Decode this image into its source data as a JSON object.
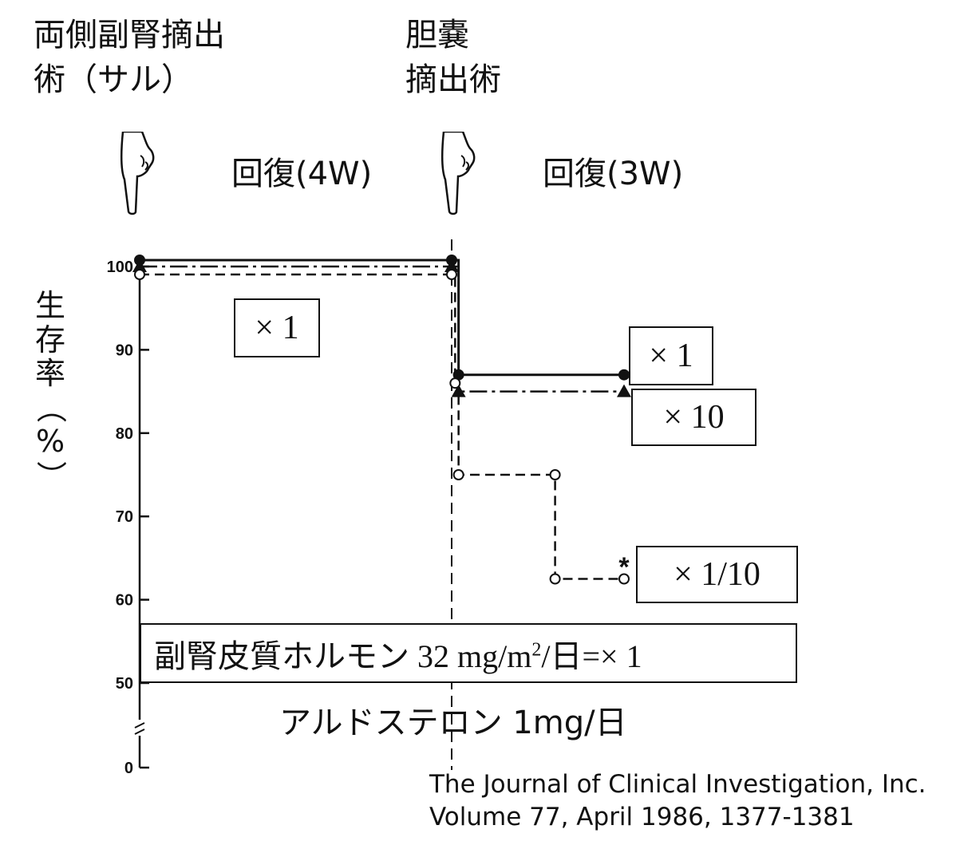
{
  "header": {
    "event1_line1": "両側副腎摘出",
    "event1_line2": "術（サル）",
    "event2_line1": "胆嚢",
    "event2_line2": "摘出術",
    "recovery1": "回復(4W)",
    "recovery2": "回復(3W)"
  },
  "ylabel_chars": [
    "生",
    "存",
    "率",
    "（",
    "%",
    "）"
  ],
  "dose_boxes": {
    "initial": "× 1",
    "group_x1": "× 1",
    "group_x10": "× 10",
    "group_x1_10": "× 1/10"
  },
  "hormone_box_prefix": "副腎皮質ホルモン 32 mg/m",
  "hormone_box_sup": "2",
  "hormone_box_suffix": "/日=× 1",
  "aldosterone_label": "アルドステロン 1mg/日",
  "significance_marker": "*",
  "source": {
    "line1": "The Journal of Clinical Investigation, Inc.",
    "line2": "Volume 77, April 1986, 1377-1381"
  },
  "colors": {
    "ink": "#111111",
    "background": "#ffffff"
  },
  "icons": [
    "pointing-hand-down-icon",
    "pointing-hand-down-icon"
  ],
  "chart_data": {
    "type": "line",
    "step": true,
    "ylabel": "生存率（%）",
    "xlabel": "",
    "yticks": [
      0,
      50,
      60,
      70,
      80,
      90,
      100
    ],
    "ylim": [
      50,
      100
    ],
    "axis_break": true,
    "grid": false,
    "x_phases": [
      "両側副腎摘出術",
      "回復(4W)",
      "胆嚢摘出術",
      "回復(3W)"
    ],
    "series": [
      {
        "name": "× 1",
        "line_style": "solid",
        "marker": "filled-circle",
        "points": [
          [
            0,
            100
          ],
          [
            1,
            100
          ],
          [
            1.02,
            87
          ],
          [
            1.5,
            87
          ]
        ]
      },
      {
        "name": "× 10",
        "line_style": "dash-dot",
        "marker": "filled-triangle",
        "points": [
          [
            0,
            100
          ],
          [
            1,
            100
          ],
          [
            1.02,
            85
          ],
          [
            1.5,
            85
          ]
        ]
      },
      {
        "name": "× 1/10",
        "line_style": "dashed",
        "marker": "open-circle",
        "points": [
          [
            0,
            100
          ],
          [
            1,
            100
          ],
          [
            1.01,
            86
          ],
          [
            1.02,
            75
          ],
          [
            1.3,
            75
          ],
          [
            1.3,
            62.5
          ],
          [
            1.5,
            62.5
          ]
        ]
      }
    ]
  }
}
